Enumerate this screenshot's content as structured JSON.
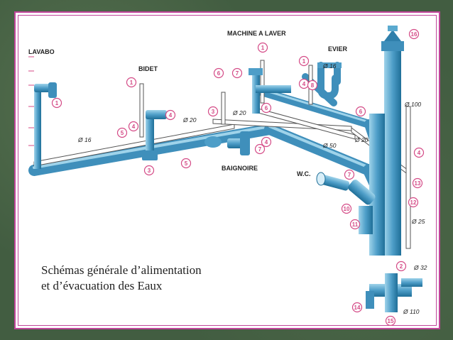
{
  "caption": {
    "line1": "Schémas générale d’alimentation",
    "line2": "et d’évacuation des Eaux"
  },
  "labels": {
    "lavabo": "LAVABO",
    "bidet": "BIDET",
    "machine": "MACHINE A LAVER",
    "evier": "EVIER",
    "baignoire": "BAIGNOIRE",
    "wc": "W.C."
  },
  "diameters": {
    "d16a": "Ø 16",
    "d20a": "Ø 20",
    "d20b": "Ø 20",
    "d16b": "Ø 16",
    "d20c": "Ø 20",
    "d50": "Ø 50",
    "d100": "Ø 100",
    "d25": "Ø 25",
    "d32": "Ø 32",
    "d110": "Ø 110"
  },
  "callouts": [
    "1",
    "1",
    "1",
    "1",
    "2",
    "3",
    "3",
    "4",
    "4",
    "4",
    "4",
    "4",
    "5",
    "5",
    "6",
    "6",
    "6",
    "7",
    "7",
    "7",
    "8",
    "10",
    "11",
    "12",
    "13",
    "14",
    "15",
    "16"
  ],
  "colors": {
    "pipe_blue": "#5aa9cf",
    "pipe_dark": "#1f6f98",
    "callout_pink": "#d44a86",
    "frame_pink": "#c0459a"
  }
}
